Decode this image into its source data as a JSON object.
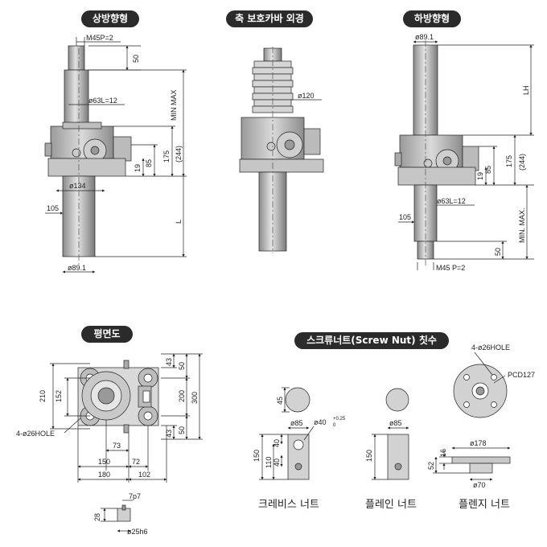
{
  "headers": {
    "top_upper": "상방향형",
    "top_cover": "축 보호카바 외경",
    "top_lower": "하방향형",
    "plan": "평면도",
    "screw_nut": "스크류너트(Screw Nut) 칫수"
  },
  "upper_type": {
    "thread": "M45P=2",
    "d50": "50",
    "stroke": "MIN  MAX",
    "rod": "ø63L=12",
    "d244": "(244)",
    "d175": "175",
    "d85": "85",
    "d19": "19",
    "d134": "ø134",
    "d105": "105",
    "L": "L",
    "d89": "ø89.1"
  },
  "cover": {
    "d120": "ø120"
  },
  "lower_type": {
    "d89": "ø89.1",
    "LH": "LH",
    "d175": "175",
    "d244": "(244)",
    "d85": "85",
    "d19": "19",
    "rod": "ø63L=12",
    "d105": "105",
    "stroke": "MIN.  MAX.",
    "d50": "50",
    "thread": "M45 P=2"
  },
  "plan_view": {
    "d43a": "43",
    "d50a": "50",
    "d210": "210",
    "d152": "152",
    "d200": "200",
    "d300": "300",
    "d50b": "50",
    "d43b": "43",
    "hole": "4-ø26HOLE",
    "d73": "73",
    "d150": "150",
    "d72": "72",
    "d180": "180",
    "d102": "102"
  },
  "shaft_end": {
    "key": "7p7",
    "len": "28",
    "dia": "ø25h6"
  },
  "clevis_nut": {
    "d45": "45",
    "d85": "ø85",
    "pin": "ø40",
    "tol_up": "+0.25",
    "tol_dn": "0",
    "d150": "150",
    "d110": "110",
    "d40a": "40",
    "d40b": "40",
    "caption": "크레비스 너트"
  },
  "plain_nut": {
    "d85": "ø85",
    "d150": "150",
    "caption": "플레인 너트"
  },
  "flange_nut": {
    "hole": "4-ø26HOLE",
    "pcd": "PCD127",
    "d178": "ø178",
    "d16": "16",
    "d52": "52",
    "d70": "ø70",
    "caption": "플렌지 너트"
  }
}
